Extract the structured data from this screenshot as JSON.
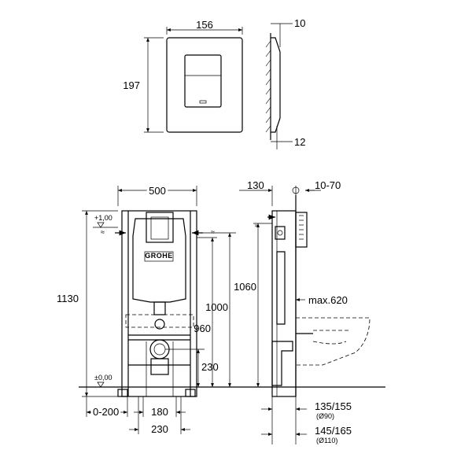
{
  "plate": {
    "width_label": "156",
    "height_label": "197",
    "thickness_top": "10",
    "thickness_bottom": "12"
  },
  "front_view": {
    "width_label": "500",
    "total_height_label": "1130",
    "level_top": "+1,00",
    "level_floor": "±0,00",
    "h1000": "1000",
    "h960": "960",
    "h230": "230",
    "adj_label": "0-200",
    "w180": "180",
    "w230": "230",
    "brand_logo": "GROHE"
  },
  "side_view": {
    "w130": "130",
    "w10_70": "10-70",
    "h1060": "1060",
    "max620": "max.620",
    "d135_155": "135/155",
    "d90": "(Ø90)",
    "d145_165": "145/165",
    "d110": "(Ø110)"
  }
}
